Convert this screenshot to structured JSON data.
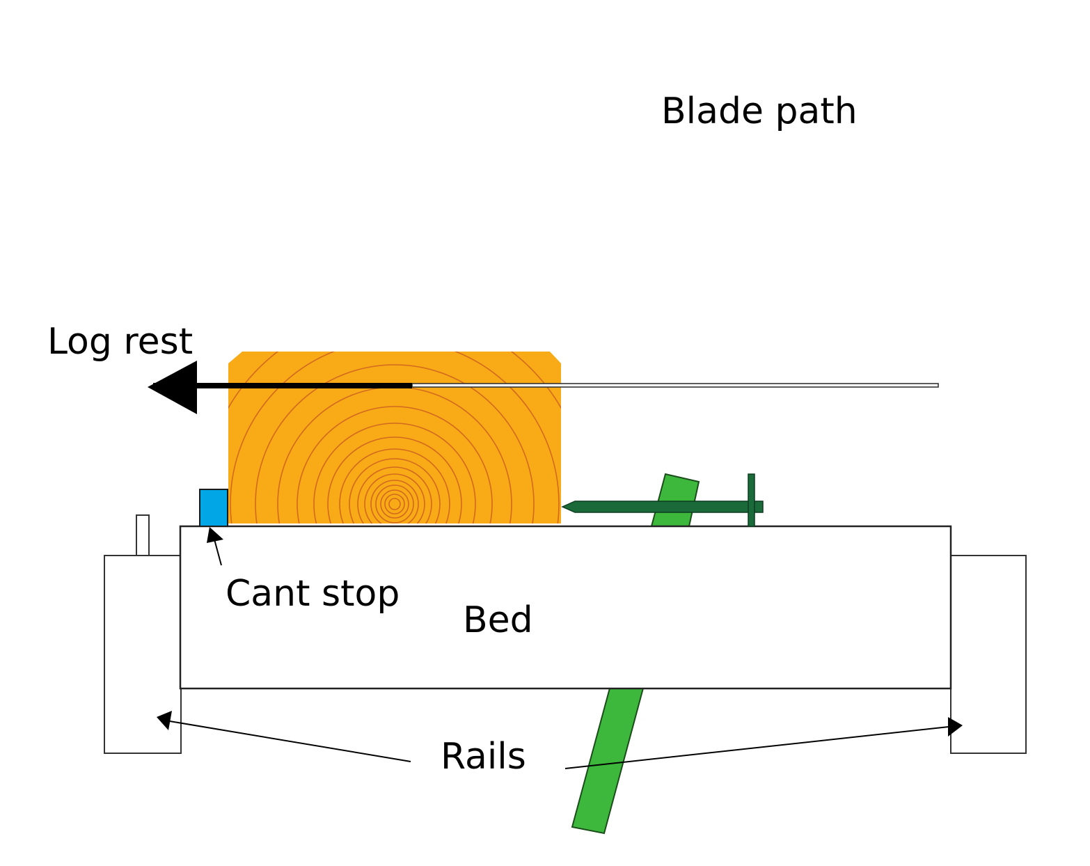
{
  "labels": {
    "blade_path": "Blade path",
    "log_rest": "Log rest",
    "cant_stop": "Cant stop",
    "bed": "Bed",
    "rails": "Rails"
  },
  "colors": {
    "log_fill": "#f8ab17",
    "log_rings": "#d2691e",
    "cant_stop": "#00a6e6",
    "log_rest_arm": "#3db83d",
    "log_dog": "#1b6b3a",
    "outline": "#000000",
    "background": "#ffffff"
  }
}
